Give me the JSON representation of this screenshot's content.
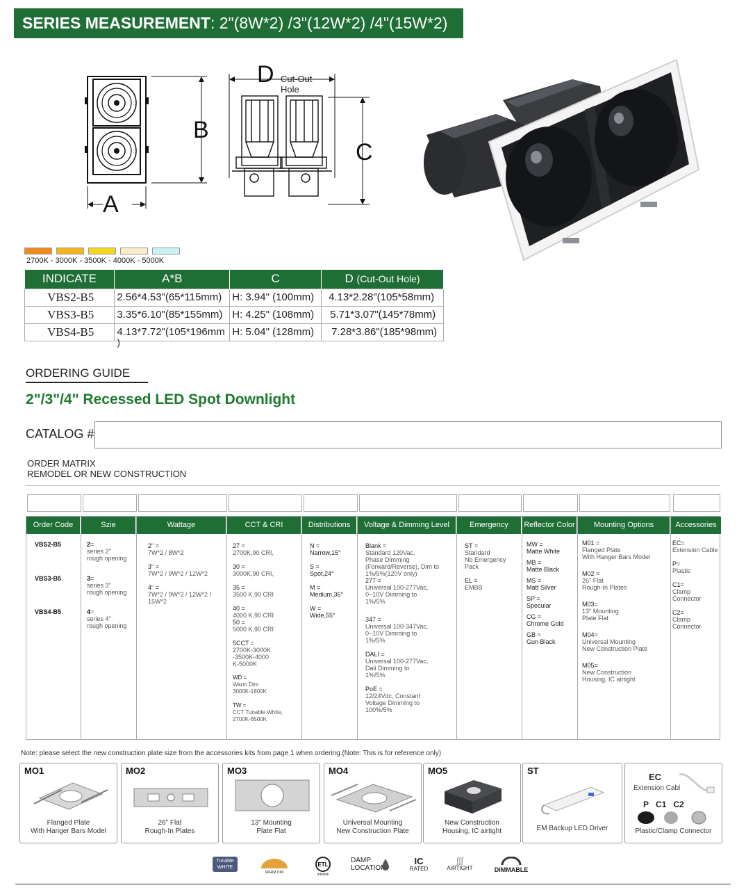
{
  "banner": {
    "bold": "SERIES MEASUREMENT",
    "rest": ": 2\"(8W*2) /3\"(12W*2) /4\"(15W*2)"
  },
  "diagram": {
    "label_a": "A",
    "label_b": "B",
    "label_c": "C",
    "label_d": "D",
    "cutout": "Cut-Out",
    "hole": "Hole"
  },
  "cct": {
    "colors": [
      "#f08a1c",
      "#f5b41e",
      "#f5d51e",
      "#fbecc8",
      "#c9f3f2"
    ],
    "label": "2700K - 3000K - 3500K - 4000K - 5000K"
  },
  "dim_table": {
    "headers": [
      "INDICATE",
      "A*B",
      "C",
      "D",
      "(Cut-Out Hole)"
    ],
    "rows": [
      {
        "code": "VBS2-B5",
        "ab": "2.56*4.53\"(65*115mm)",
        "c": "H: 3.94\" (100mm)",
        "d": "4.13*2.28\"(105*58mm)"
      },
      {
        "code": "VBS3-B5",
        "ab": "3.35*6.10\"(85*155mm)",
        "c": "H: 4.25\" (108mm)",
        "d": "5.71*3.07\"(145*78mm)"
      },
      {
        "code": "VBS4-B5",
        "ab": "4.13*7.72\"(105*196mm",
        "ab2": ")",
        "c": "H: 5.04\" (128mm)",
        "d": "7.28*3.86\"(185*98mm)"
      }
    ]
  },
  "ordering": {
    "title": "ORDERING GUIDE",
    "product_title": "2\"/3\"/4\" Recessed LED Spot Downlight",
    "catalog_label": "CATALOG #",
    "matrix_title1": "ORDER MATRIX",
    "matrix_title2": "REMODEL OR NEW CONSTRUCTION"
  },
  "matrix": {
    "headers": [
      "Order Code",
      "Szie",
      "Wattage",
      "CCT & CRI",
      "Distributions",
      "Voltage & Dimming Level",
      "Emergency",
      "Reflector Color",
      "Mounting Options",
      "Accessories"
    ],
    "order_codes": [
      "VBS2-B5",
      "VBS3-B5",
      "VBS4-B5"
    ],
    "sizes": [
      {
        "code": "2",
        "eq": "=",
        "desc": "series 2\"",
        "desc2": "rough opening"
      },
      {
        "code": "3",
        "eq": "=",
        "desc": "series 3\"",
        "desc2": "rough opening"
      },
      {
        "code": "4",
        "eq": "=",
        "desc": "series 4\"",
        "desc2": "rough opening"
      }
    ],
    "wattage": [
      {
        "code": "2\" =",
        "desc": "7W*2 / 8W*2"
      },
      {
        "code": "3\" =",
        "desc": "7W*2 / 9W*2 / 12W*2"
      },
      {
        "code": "4\" =",
        "desc": "7W*2 / 9W*2 / 12W*2 /",
        "desc2": "15W*2"
      }
    ],
    "cct": [
      {
        "code": "27 =",
        "desc": "2700K,90 CRI,"
      },
      {
        "code": "30 =",
        "desc": "3000K,90 CRI,"
      },
      {
        "code": "35 =",
        "desc": "3500 K,90 CRI"
      },
      {
        "code": "40 =",
        "desc": "4000 K,90 CRI",
        "code2": "50 =",
        "desc2": "5000 K,90 CRI"
      },
      {
        "code": "5CCT =",
        "desc": "2700K-3000K",
        "desc2": "-3500K-4000",
        "desc3": "K-5000K"
      },
      {
        "code": "WD =",
        "desc": "Warm Dim",
        "desc2": "3000K-1800K"
      },
      {
        "code": "TW =",
        "desc": "CCT Tunable White,",
        "desc2": "2700K-6500K"
      }
    ],
    "distributions": [
      {
        "code": "N =",
        "desc": "Narrow,15°"
      },
      {
        "code": "S =",
        "desc": "Spot,24°"
      },
      {
        "code": "M =",
        "desc": "Medium,36°"
      },
      {
        "code": "W =",
        "desc": "Wide,55°"
      }
    ],
    "voltage": [
      {
        "code": "Blank =",
        "lines": [
          "Standard 120Vac,",
          "Phase Dimming",
          "(Forward/Reverse), Dim to",
          "1%/5%(120V only)"
        ]
      },
      {
        "code": "277 =",
        "lines": [
          "Universal 100-277Vac,",
          "0~10V Dimming to",
          "1%/5%"
        ]
      },
      {
        "code": "347 =",
        "lines": [
          "Universal 100-347Vac,",
          "0~10V Dimming to",
          "1%/5%"
        ]
      },
      {
        "code": "DALI =",
        "lines": [
          "Universal 100-277Vac,",
          "Dali Dimming to",
          "1%/5%"
        ]
      },
      {
        "code": "PoE =",
        "lines": [
          "12/24Vdc, Constant",
          "Voltage Dimming to",
          "100%/5%"
        ]
      }
    ],
    "emergency": [
      {
        "code": "ST =",
        "lines": [
          "Standard",
          "No Emergency Pack"
        ]
      },
      {
        "code": "EL =",
        "lines": [
          "EMBB"
        ]
      }
    ],
    "reflector": [
      {
        "code": "MW =",
        "desc": "Matte White"
      },
      {
        "code": "MB =",
        "desc": "Matte Black"
      },
      {
        "code": "MS =",
        "desc": "Matt Silver"
      },
      {
        "code": "SP =",
        "desc": "Specular"
      },
      {
        "code": "CG =",
        "desc": "Chrome Gold"
      },
      {
        "code": "GB =",
        "desc": "Gun Black"
      }
    ],
    "mounting": [
      {
        "code": "M01 =",
        "lines": [
          "Flanged Plate",
          "With Hanger Bars Model"
        ]
      },
      {
        "code": "M02 =",
        "lines": [
          "26\" Flat",
          "Rough-In Plates"
        ]
      },
      {
        "code": "M03=",
        "lines": [
          "13\" Mounting",
          "Plate Flat"
        ]
      },
      {
        "code": "M04=",
        "lines": [
          "Universal Mounting",
          "New Construction Plate"
        ]
      },
      {
        "code": "M05=",
        "lines": [
          "New Construction",
          "Housing, IC airtight"
        ]
      }
    ],
    "accessories": [
      {
        "code": "EC=",
        "desc": "Extension Cable"
      },
      {
        "code": "P=",
        "desc": "Plastic"
      },
      {
        "code": "C1=",
        "desc": "Clamp Connector"
      },
      {
        "code": "C2=",
        "desc": "Clamp Connector"
      }
    ]
  },
  "note": "Note: please select the new construction plate size from the accessories kits from page 1 when ordering.(Note: This is for reference only)",
  "cards": [
    {
      "title": "MO1",
      "desc1": "Flanged Plate",
      "desc2": "With Hanger Bars Model"
    },
    {
      "title": "MO2",
      "desc1": "26\" Flat",
      "desc2": "Rough-In Plates"
    },
    {
      "title": "MO3",
      "desc1": "13\" Mounting",
      "desc2": "Plate Flat"
    },
    {
      "title": "MO4",
      "desc1": "Universal Mounting",
      "desc2": "New Construction Plate"
    },
    {
      "title": "MO5",
      "desc1": "New Construction",
      "desc2": "Housing, IC airtight"
    },
    {
      "title": "ST",
      "desc1": "EM Backup LED Driver",
      "desc2": ""
    }
  ],
  "accessory_card": {
    "ec": "EC",
    "ec_desc": "Extension Cabl",
    "p": "P",
    "c1": "C1",
    "c2": "C2",
    "desc": "Plastic/Clamp Connector"
  },
  "certs": {
    "tunable_top": "Tunable",
    "tunable_bottom": "WHITE",
    "warm_dim": "WARM DIM",
    "etl": "Intertek",
    "damp1": "DAMP",
    "damp2": "LOCATION",
    "ic1": "IC",
    "ic2": "RATED",
    "airtight": "AIRTIGHT",
    "dimmable": "DIMMABLE"
  }
}
